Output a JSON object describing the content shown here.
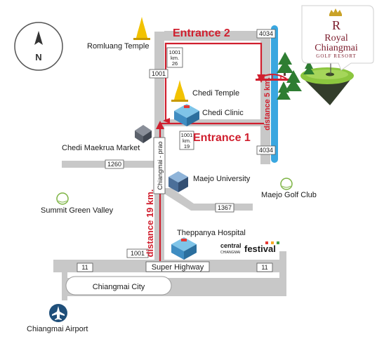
{
  "entrances": {
    "entrance_1": "Entrance 1",
    "entrance_2": "Entrance 2"
  },
  "distances": {
    "main": "distance 19 km.",
    "secondary": "distance 5 km."
  },
  "roads": {
    "chiangmai_prao": "Chiangmai - prao",
    "super_highway": "Super Highway",
    "r1001_a": "1001",
    "r1001_b": "1001",
    "r4034_top": "4034",
    "r4034_bottom": "4034",
    "r1260": "1260",
    "r1367": "1367",
    "r11_left": "11",
    "r11_right": "11"
  },
  "km_markers": {
    "top": {
      "road": "1001",
      "unit": "km.",
      "value": "26"
    },
    "bottom": {
      "road": "1001",
      "unit": "km.",
      "value": "19"
    }
  },
  "places": {
    "romluang_temple": "Romluang Temple",
    "chedi_temple": "Chedi Temple",
    "chedi_clinic": "Chedi Clinic",
    "chedi_maekrua_market": "Chedi Maekrua Market",
    "maejo_university": "Maejo University",
    "maejo_golf_club": "Maejo Golf Club",
    "summit_green_valley": "Summit Green Valley",
    "theppanya_hospital": "Theppanya Hospital",
    "chiangmai_city": "Chiangmai City",
    "chiangmai_airport": "Chiangmai Airport"
  },
  "central_festival": {
    "line1": "central",
    "line2": "CHIANGMAI",
    "line3": "festival"
  },
  "compass": {
    "north_letter": "N"
  },
  "brand": {
    "initial": "R",
    "line1": "Royal",
    "line2": "Chiangmai",
    "line3": "GOLF RESORT"
  },
  "colors": {
    "route": "#d01f2e",
    "river": "#3aa7e0",
    "road": "#c8c8c8",
    "ground": "#8cc63f"
  },
  "icons": {
    "compass": "compass-icon",
    "temple": "pagoda-icon",
    "building": "building-icon",
    "golf": "golf-ball-icon",
    "airport": "airplane-icon",
    "tree": "pine-tree-icon",
    "bridge": "bridge-icon"
  }
}
